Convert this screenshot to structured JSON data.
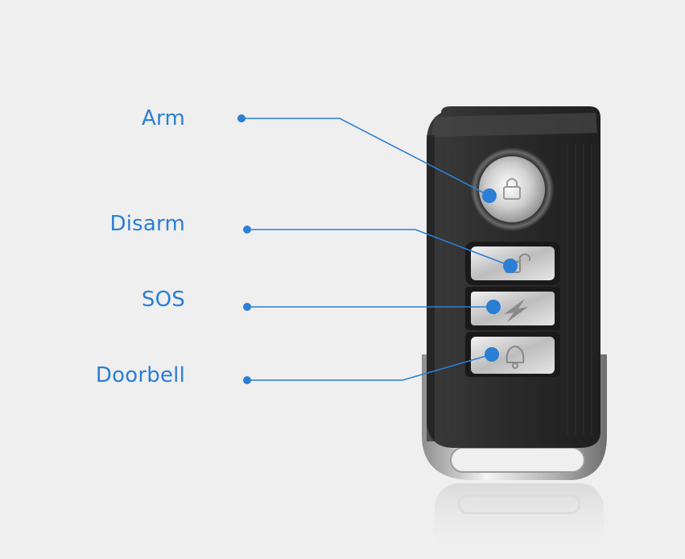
{
  "callouts": {
    "arm": "Arm",
    "disarm": "Disarm",
    "sos": "SOS",
    "doorbell": "Doorbell"
  },
  "icons": {
    "arm": "locked-padlock-icon",
    "disarm": "unlocked-padlock-icon",
    "sos": "lightning-bolt-icon",
    "doorbell": "bell-icon"
  },
  "colors": {
    "background": "#efefef",
    "callout": "#2a7fd4",
    "fob_body": "#2b2b2b",
    "chrome": "#c9c9c9"
  }
}
